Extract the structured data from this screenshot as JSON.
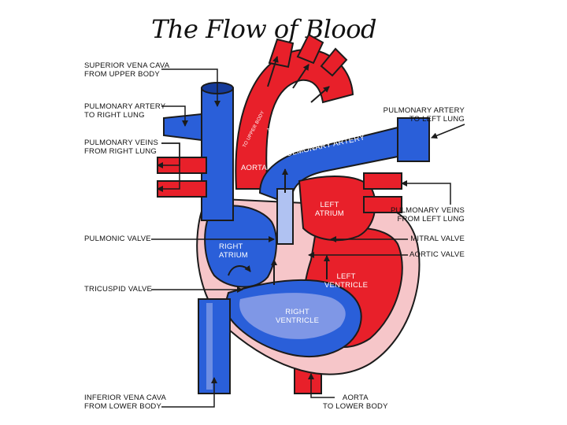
{
  "title": "The Flow of Blood",
  "colors": {
    "oxygenated": "#e8202a",
    "deoxygenated": "#2a5fd9",
    "heart_wall": "#f6c6c9",
    "outline": "#1b1b1b"
  },
  "labels": {
    "superior_vena_cava": [
      "SUPERIOR VENA CAVA",
      "FROM UPPER BODY"
    ],
    "pulmonary_artery_right": [
      "PULMONARY ARTERY",
      "TO RIGHT LUNG"
    ],
    "pulmonary_veins_right": [
      "PULMONARY VEINS",
      "FROM RIGHT LUNG"
    ],
    "pulmonic_valve": "PULMONIC VALVE",
    "tricuspid_valve": "TRICUSPID VALVE",
    "inferior_vena_cava": [
      "INFERIOR VENA CAVA",
      "FROM LOWER BODY"
    ],
    "pulmonary_artery_left": [
      "PULMONARY ARTERY",
      "TO LEFT LUNG"
    ],
    "pulmonary_veins_left": [
      "PULMONARY VEINS",
      "FROM LEFT LUNG"
    ],
    "mitral_valve": "MITRAL VALVE",
    "aortic_valve": "AORTIC VALVE",
    "aorta_lower": [
      "AORTA",
      "TO LOWER BODY"
    ],
    "aorta": "AORTA",
    "left_atrium": [
      "LEFT",
      "ATRIUM"
    ],
    "right_atrium": [
      "RIGHT",
      "ATRIUM"
    ],
    "left_ventricle": [
      "LEFT",
      "VENTRICLE"
    ],
    "right_ventricle": [
      "RIGHT",
      "VENTRICLE"
    ],
    "pulmonary_artery_curved": "PULMONARY ARTERY",
    "aorta_arch_small": "TO LOWER BODY",
    "aorta_arch_small2": "TO UPPER BODY"
  }
}
